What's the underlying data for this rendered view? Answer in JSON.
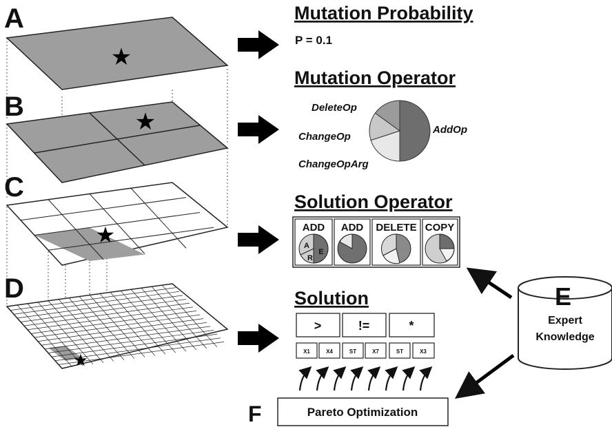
{
  "panels": {
    "a": {
      "letter": "A",
      "heading": "Mutation Probability",
      "text": "P = 0.1"
    },
    "b": {
      "letter": "B",
      "heading": "Mutation Operator",
      "ops": [
        "DeleteOp",
        "ChangeOp",
        "ChangeOpArg",
        "AddOp"
      ],
      "pie": [
        {
          "name": "AddOp",
          "share": 0.5,
          "color": "#6e6e6e"
        },
        {
          "name": "ChangeOpArg",
          "share": 0.2,
          "color": "#e8e8e8"
        },
        {
          "name": "ChangeOp",
          "share": 0.15,
          "color": "#c8c8c8"
        },
        {
          "name": "DeleteOp",
          "share": 0.15,
          "color": "#9b9b9b"
        }
      ]
    },
    "c": {
      "letter": "C",
      "heading": "Solution Operator",
      "boxes": [
        "ADD",
        "ADD",
        "DELETE",
        "COPY"
      ],
      "pie_letters": [
        "A",
        "R",
        "E"
      ]
    },
    "d": {
      "letter": "D",
      "heading": "Solution",
      "ops": [
        ">",
        "!=",
        "*"
      ],
      "args": [
        "X1",
        "X4",
        "ST",
        "X7",
        "ST",
        "X3"
      ]
    },
    "e": {
      "letter": "E",
      "label_line1": "Expert",
      "label_line2": "Knowledge"
    },
    "f": {
      "letter": "F",
      "label": "Pareto Optimization"
    }
  },
  "colors": {
    "layer_fill": "#9e9e9e",
    "line": "#222222",
    "arrow": "#000000"
  },
  "icons": {
    "marker": "star-icon",
    "arrow": "right-arrow-icon",
    "curve": "curved-up-arrow-icon"
  }
}
